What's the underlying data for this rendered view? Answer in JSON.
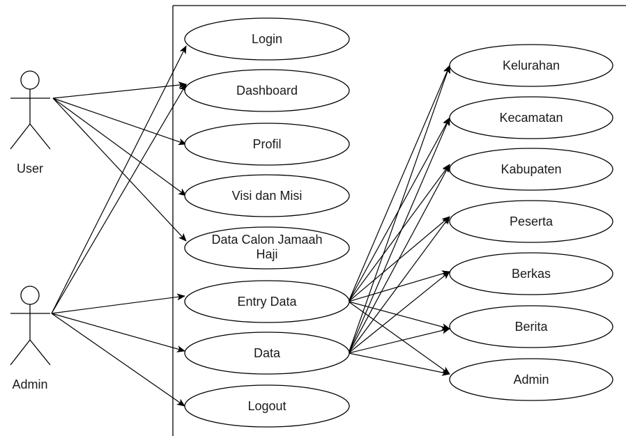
{
  "actors": [
    {
      "id": "user",
      "label": "User"
    },
    {
      "id": "admin",
      "label": "Admin"
    }
  ],
  "use_cases": [
    {
      "id": "login",
      "label": "Login"
    },
    {
      "id": "dashboard",
      "label": "Dashboard"
    },
    {
      "id": "profil",
      "label": "Profil"
    },
    {
      "id": "visi",
      "label": "Visi dan Misi"
    },
    {
      "id": "calon",
      "label": "Data Calon Jamaah Haji"
    },
    {
      "id": "entry",
      "label": "Entry Data"
    },
    {
      "id": "data",
      "label": "Data"
    },
    {
      "id": "logout",
      "label": "Logout"
    },
    {
      "id": "kelurahan",
      "label": "Kelurahan"
    },
    {
      "id": "kecamatan",
      "label": "Kecamatan"
    },
    {
      "id": "kabupaten",
      "label": "Kabupaten"
    },
    {
      "id": "peserta",
      "label": "Peserta"
    },
    {
      "id": "berkas",
      "label": "Berkas"
    },
    {
      "id": "berita",
      "label": "Berita"
    },
    {
      "id": "admin_uc",
      "label": "Admin"
    }
  ],
  "relations": [
    {
      "from": "user",
      "to": "dashboard"
    },
    {
      "from": "user",
      "to": "profil"
    },
    {
      "from": "user",
      "to": "visi"
    },
    {
      "from": "user",
      "to": "calon"
    },
    {
      "from": "admin",
      "to": "login"
    },
    {
      "from": "admin",
      "to": "dashboard"
    },
    {
      "from": "admin",
      "to": "entry"
    },
    {
      "from": "admin",
      "to": "data"
    },
    {
      "from": "admin",
      "to": "logout"
    },
    {
      "from": "entry",
      "to": "kelurahan"
    },
    {
      "from": "entry",
      "to": "kecamatan"
    },
    {
      "from": "entry",
      "to": "kabupaten"
    },
    {
      "from": "entry",
      "to": "peserta"
    },
    {
      "from": "entry",
      "to": "berkas"
    },
    {
      "from": "entry",
      "to": "berita"
    },
    {
      "from": "entry",
      "to": "admin_uc"
    },
    {
      "from": "data",
      "to": "kelurahan"
    },
    {
      "from": "data",
      "to": "kecamatan"
    },
    {
      "from": "data",
      "to": "kabupaten"
    },
    {
      "from": "data",
      "to": "peserta"
    },
    {
      "from": "data",
      "to": "berkas"
    },
    {
      "from": "data",
      "to": "berita"
    },
    {
      "from": "data",
      "to": "admin_uc"
    }
  ]
}
